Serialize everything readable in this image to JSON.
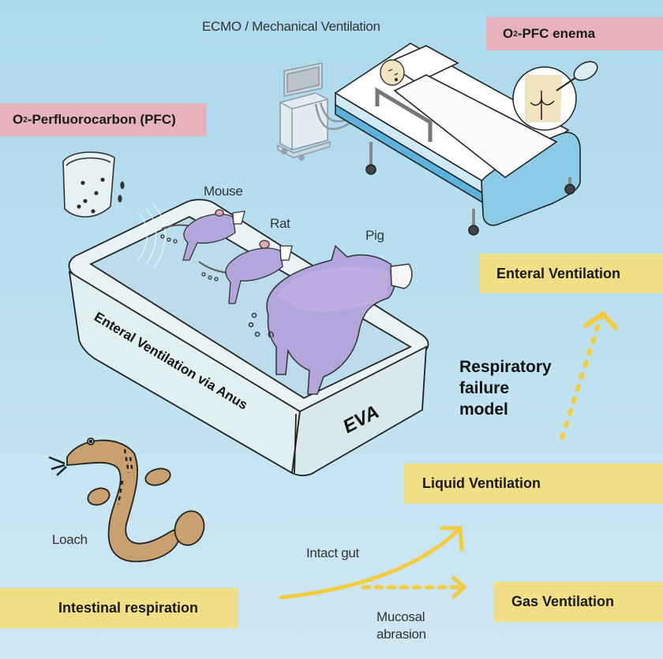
{
  "labels": {
    "ecmo": "ECMO / Mechanical Ventilation",
    "pfc_enema_prefix": "O",
    "pfc_enema_sub": "2",
    "pfc_enema_rest": "-PFC enema",
    "pfc_prefix": "O",
    "pfc_sub": "2",
    "pfc_rest": "-Perfluorocarbon (PFC)",
    "mouse": "Mouse",
    "rat": "Rat",
    "pig": "Pig",
    "tub_side": "Enteral Ventilation via Anus",
    "tub_front": "EVA",
    "loach": "Loach",
    "intact_gut": "Intact gut",
    "mucosal_line1": "Mucosal",
    "mucosal_line2": "abrasion"
  },
  "boxes": {
    "enteral_ventilation": "Enteral Ventilation",
    "liquid_ventilation": "Liquid Ventilation",
    "gas_ventilation": "Gas Ventilation",
    "intestinal_respiration": "Intestinal respiration"
  },
  "respiratory": {
    "line1": "Respiratory",
    "line2": "failure",
    "line3": "model"
  },
  "colors": {
    "pink_box": "#e6b3bd",
    "yellow_box": "#f1df86",
    "arrow_yellow": "#f2cc3c",
    "animal_purple": "#b3a6dd",
    "loach_brown": "#c9a070",
    "bed_blue": "#5bb3dc"
  }
}
